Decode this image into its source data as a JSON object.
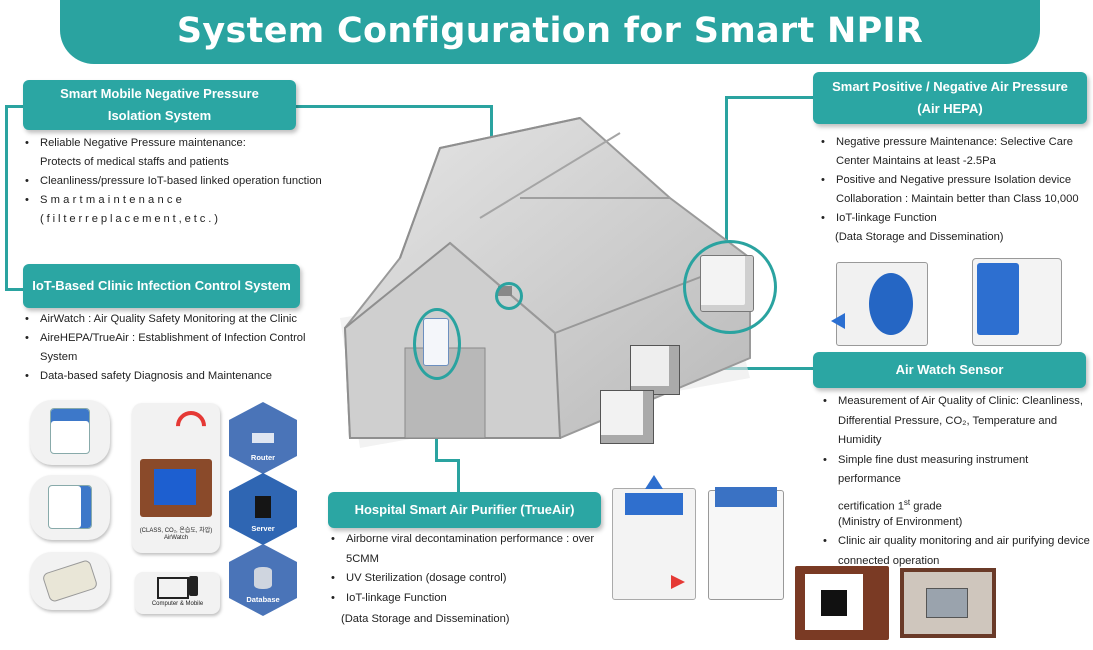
{
  "title": "System Configuration for Smart NPIR",
  "colors": {
    "accent": "#2aa3a0",
    "header": "#2ba6a3"
  },
  "sections": {
    "isolation": {
      "header_line1": "Smart Mobile Negative Pressure",
      "header_line2": "Isolation System",
      "bullets": [
        "Reliable Negative Pressure maintenance:",
        "Protects of medical staffs and patients",
        "Cleanliness/pressure IoT-based linked operation function",
        "Smartmaintenance",
        "(filterreplacement,etc.)"
      ]
    },
    "iot": {
      "header": "IoT-Based Clinic Infection Control System",
      "bullets": [
        "AirWatch : Air Quality Safety Monitoring at the Clinic",
        "AireHEPA/TrueAir : Establishment of Infection Control",
        "System",
        "Data-based safety Diagnosis and Maintenance"
      ],
      "labels": {
        "router": "Router",
        "server": "Server",
        "database": "Database",
        "airwatch_small": "(CLASS, CO₂, 온습도, 차압)",
        "airwatch": "AirWatch",
        "computer": "Computer & Mobile"
      }
    },
    "airhepa": {
      "header_line1": "Smart Positive / Negative Air Pressure",
      "header_line2": "(Air HEPA)",
      "bullets": [
        "Negative pressure Maintenance: Selective Care",
        "Center Maintains at least -2.5Pa",
        "Positive and Negative pressure Isolation device",
        "Collaboration : Maintain better than Class 10,000",
        "IoT-linkage Function",
        "(Data Storage and Dissemination)"
      ]
    },
    "airwatch": {
      "header": "Air Watch Sensor",
      "bullets": [
        "Measurement of Air Quality of Clinic: Cleanliness,",
        "Differential Pressure, CO₂, Temperature and",
        "Humidity",
        "Simple fine dust measuring instrument performance",
        "certification 1",
        "st",
        " grade",
        "(Ministry of Environment)",
        "Clinic air quality monitoring and air purifying device",
        "connected operation"
      ]
    },
    "trueair": {
      "header": "Hospital Smart Air Purifier (TrueAir)",
      "bullets": [
        "Airborne viral decontamination performance : over",
        "5CMM",
        "UV Sterilization (dosage control)",
        "IoT-linkage Function",
        "(Data Storage and Dissemination)"
      ]
    }
  }
}
